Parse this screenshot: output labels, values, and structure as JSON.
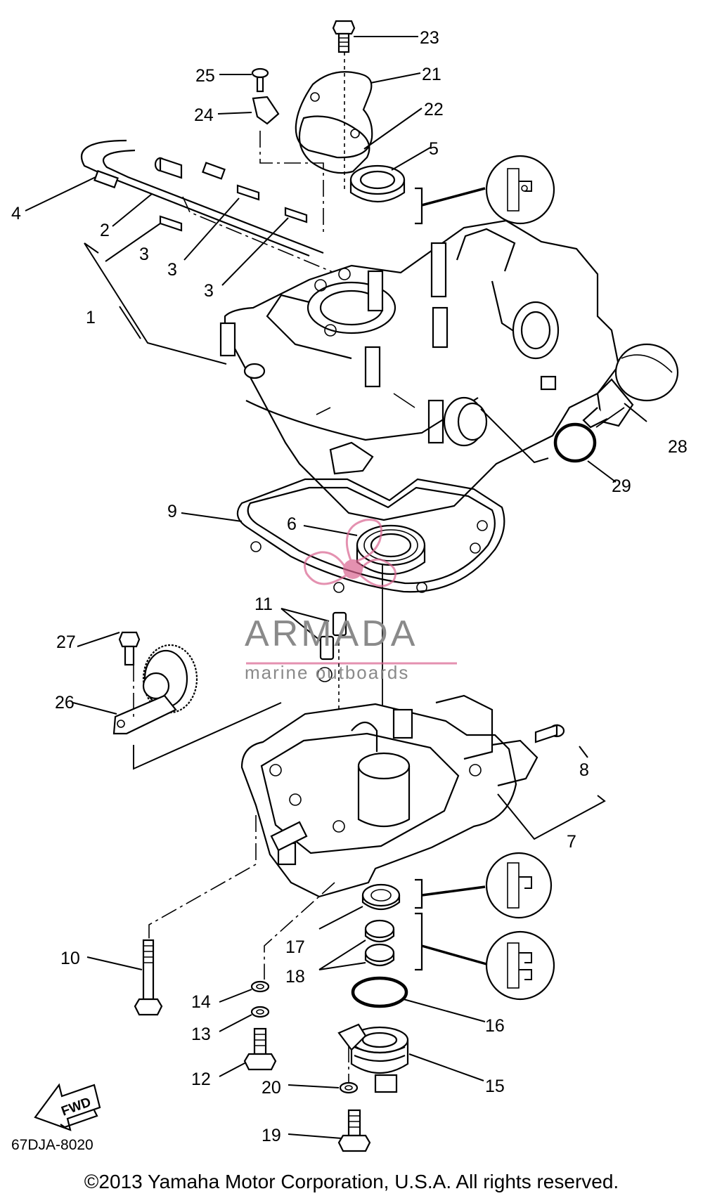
{
  "parts": [
    {
      "id": "p23",
      "number": "23"
    },
    {
      "id": "p21",
      "number": "21"
    },
    {
      "id": "p25",
      "number": "25"
    },
    {
      "id": "p22",
      "number": "22"
    },
    {
      "id": "p24",
      "number": "24"
    },
    {
      "id": "p5",
      "number": "5"
    },
    {
      "id": "p4",
      "number": "4"
    },
    {
      "id": "p2",
      "number": "2"
    },
    {
      "id": "p3a",
      "number": "3"
    },
    {
      "id": "p3b",
      "number": "3"
    },
    {
      "id": "p3c",
      "number": "3"
    },
    {
      "id": "p1",
      "number": "1"
    },
    {
      "id": "p28",
      "number": "28"
    },
    {
      "id": "p29",
      "number": "29"
    },
    {
      "id": "p9",
      "number": "9"
    },
    {
      "id": "p6",
      "number": "6"
    },
    {
      "id": "p11",
      "number": "11"
    },
    {
      "id": "p27",
      "number": "27"
    },
    {
      "id": "p26",
      "number": "26"
    },
    {
      "id": "p8",
      "number": "8"
    },
    {
      "id": "p7",
      "number": "7"
    },
    {
      "id": "p17",
      "number": "17"
    },
    {
      "id": "p18",
      "number": "18"
    },
    {
      "id": "p10",
      "number": "10"
    },
    {
      "id": "p14",
      "number": "14"
    },
    {
      "id": "p16",
      "number": "16"
    },
    {
      "id": "p13",
      "number": "13"
    },
    {
      "id": "p12",
      "number": "12"
    },
    {
      "id": "p20",
      "number": "20"
    },
    {
      "id": "p15",
      "number": "15"
    },
    {
      "id": "p19",
      "number": "19"
    }
  ],
  "fwd_label": "FWD",
  "diagram_code": "67DJA-8020",
  "watermark": {
    "brand": "ARMADA",
    "subtitle": "marine outboards"
  },
  "copyright": "©2013 Yamaha Motor Corporation, U.S.A. All rights reserved."
}
